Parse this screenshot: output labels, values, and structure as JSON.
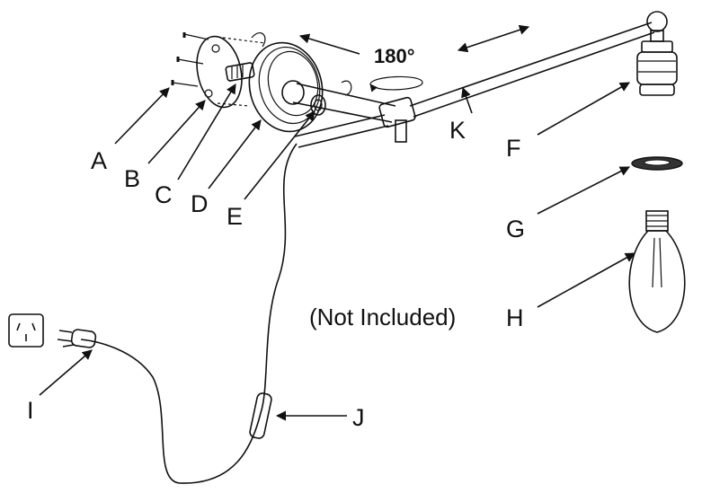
{
  "rotation_angle": "180°",
  "not_included_note": "(Not Included)",
  "labels": {
    "a": "A",
    "b": "B",
    "c": "C",
    "d": "D",
    "e": "E",
    "f": "F",
    "g": "G",
    "h": "H",
    "i": "I",
    "j": "J",
    "k": "K"
  }
}
